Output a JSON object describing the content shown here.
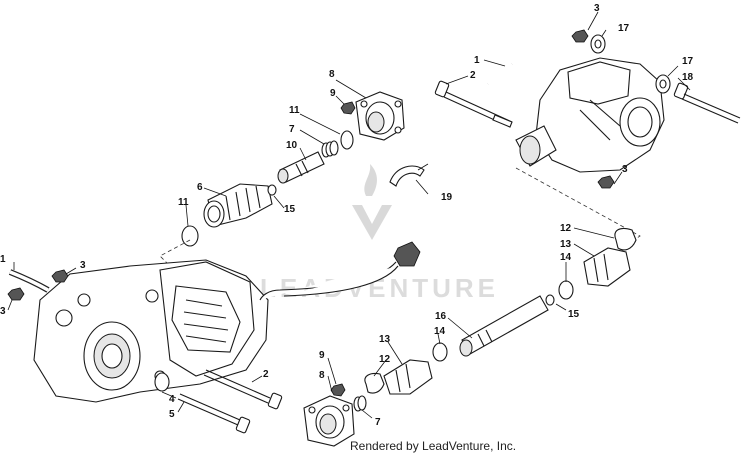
{
  "watermark": {
    "brand": "LEADVENTURE"
  },
  "credit": "Rendered by LeadVenture, Inc.",
  "callouts": {
    "rear_assembly": [
      "1",
      "2",
      "3",
      "17",
      "17",
      "18",
      "3"
    ],
    "front_shaft": [
      "8",
      "9",
      "11",
      "7",
      "10",
      "6",
      "11",
      "15",
      "19"
    ],
    "gearcase": [
      "1",
      "3",
      "3",
      "2",
      "4",
      "5"
    ],
    "rear_shaft": [
      "12",
      "13",
      "14",
      "15",
      "16",
      "14",
      "13",
      "12",
      "9",
      "8",
      "7"
    ]
  }
}
